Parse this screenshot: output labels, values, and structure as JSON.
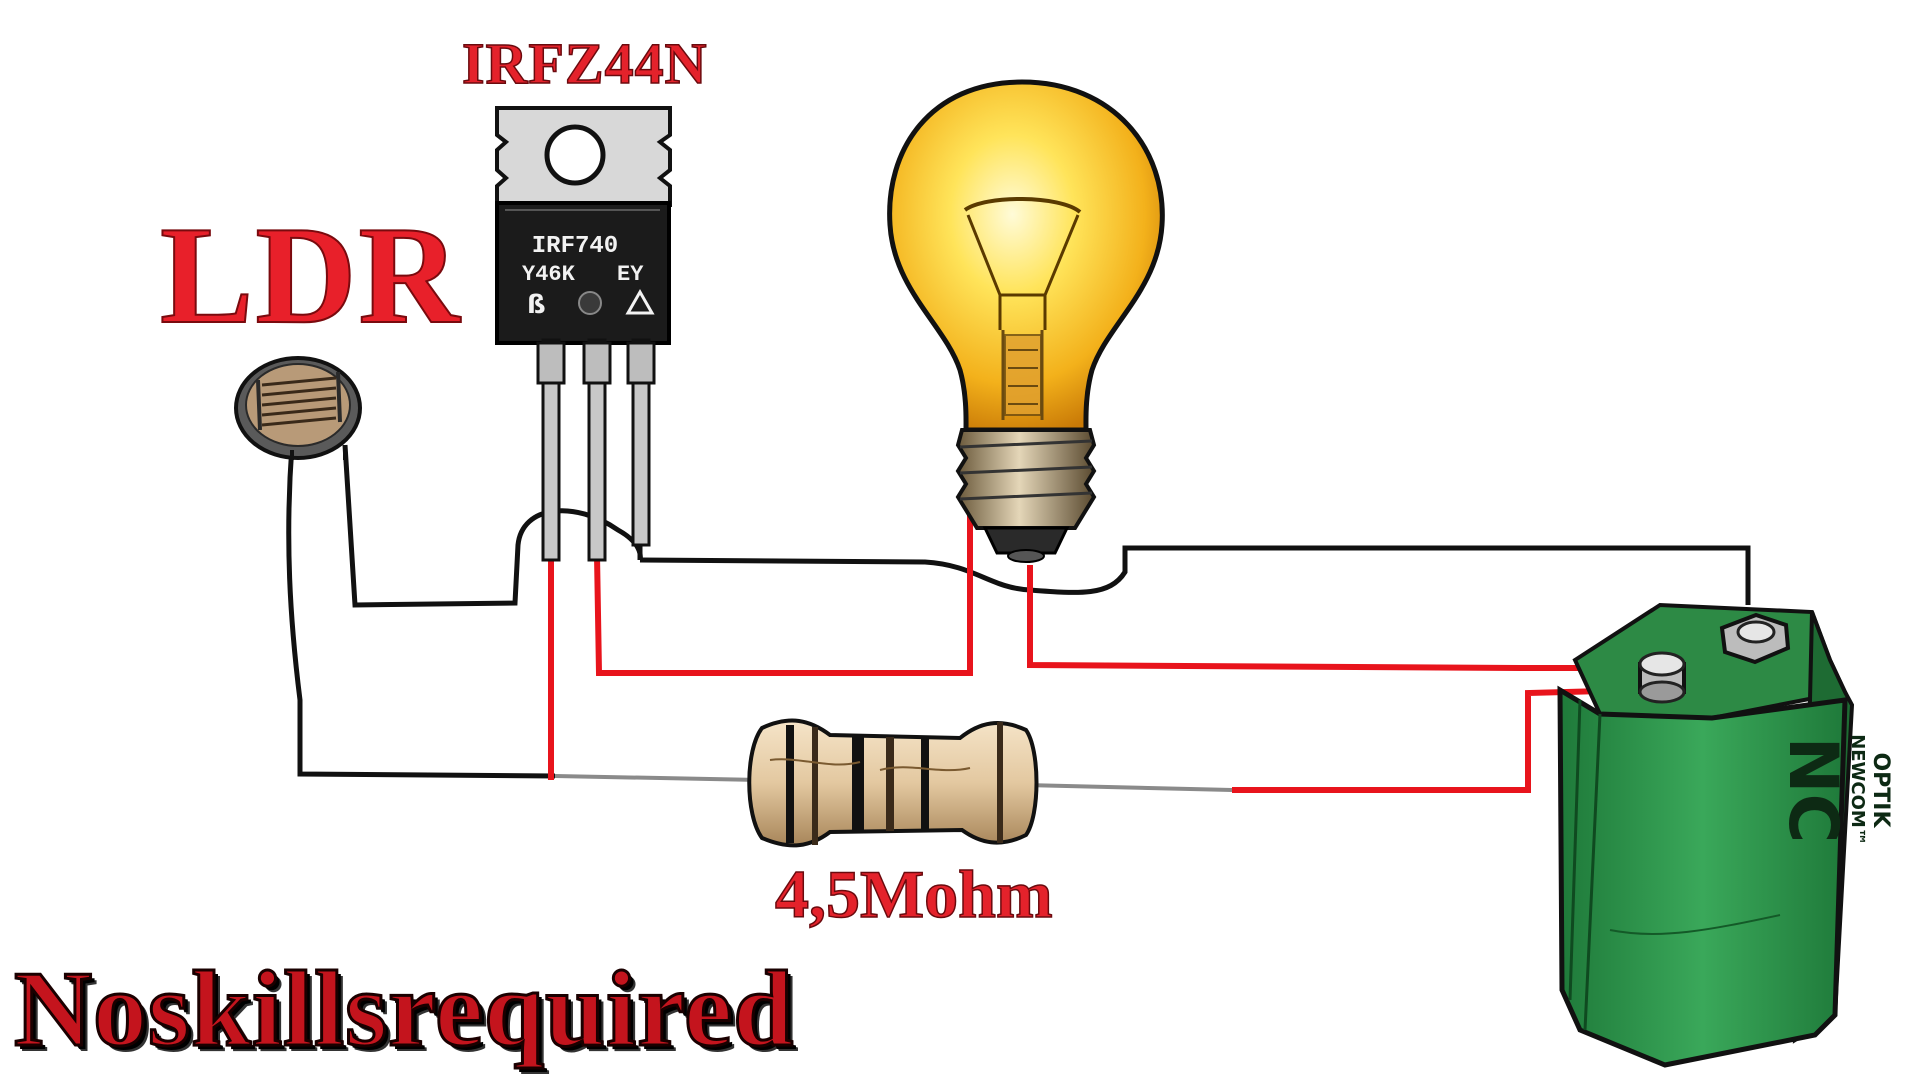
{
  "labels": {
    "ldr": "LDR",
    "mosfet": "IRFZ44N",
    "resistor": "4,5Mohm",
    "brand": "Noskillsrequired"
  },
  "mosfet_marking": {
    "line1": "IRF740",
    "line2_left": "Y46K",
    "line2_right": "EY"
  },
  "battery_logo": {
    "initials": "NC",
    "line1": "NEWCOM™",
    "line2": "OPTIK"
  },
  "colors": {
    "positive_wire": "#e8141c",
    "negative_wire": "#111111",
    "battery_body": "#2f9a4f",
    "bulb_glass": "#f2b21a",
    "label_red": "#e4222b"
  }
}
